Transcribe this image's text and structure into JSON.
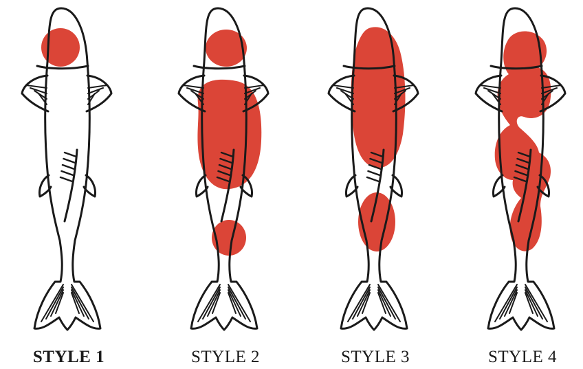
{
  "patterns": [
    {
      "label": "STYLE 1"
    },
    {
      "label": "STYLE 2"
    },
    {
      "label": "STYLE 3"
    },
    {
      "label": "STYLE 4"
    }
  ],
  "colors": {
    "spot": "#db4537",
    "outline": "#1a1a1a",
    "body": "#ffffff"
  }
}
